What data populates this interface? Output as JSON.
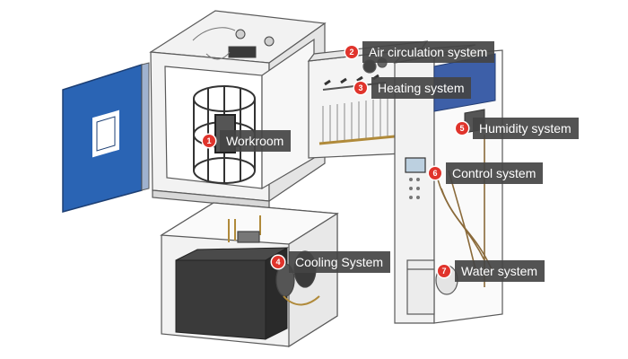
{
  "callouts": [
    {
      "num": "1",
      "label": "Workroom"
    },
    {
      "num": "2",
      "label": "Air circulation system"
    },
    {
      "num": "3",
      "label": "Heating system"
    },
    {
      "num": "4",
      "label": "Cooling System"
    },
    {
      "num": "5",
      "label": "Humidity system"
    },
    {
      "num": "6",
      "label": "Control system"
    },
    {
      "num": "7",
      "label": "Water system"
    }
  ],
  "colors": {
    "door": "#2a64b4",
    "cabinet_stroke": "#5a5a5a",
    "cabinet_fill": "#f2f2f2",
    "compressor": "#3a3a3a",
    "humidity_box": "#3d5fa8",
    "badge": "#e0342c",
    "label_bg": "#444444"
  }
}
